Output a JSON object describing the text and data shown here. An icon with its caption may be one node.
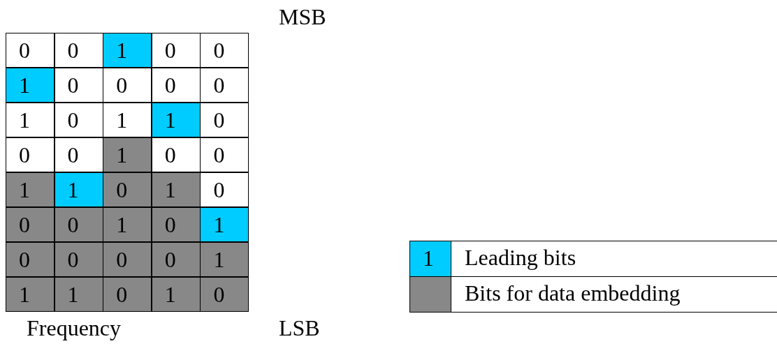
{
  "diagram": {
    "labels": [
      "MSB",
      "0",
      "0",
      "1",
      "0",
      "0",
      "1",
      "0",
      "0",
      "0",
      "0",
      "1",
      "0",
      "1",
      "1",
      "0",
      "0",
      "0",
      "1",
      "0",
      "0",
      "1",
      "1",
      "0",
      "1",
      "0",
      "0",
      "0",
      "1",
      "0",
      "1",
      "0",
      "0",
      "0",
      "0",
      "1",
      "1",
      "1",
      "0",
      "1",
      "0",
      "1",
      "Frequency",
      "LSB"
    ],
    "legend": [
      {
        "text": "Leading bits",
        "color": "#00ccff"
      },
      {
        "text": "Bits for data embedding",
        "color": "#888888"
      }
    ]
  }
}
